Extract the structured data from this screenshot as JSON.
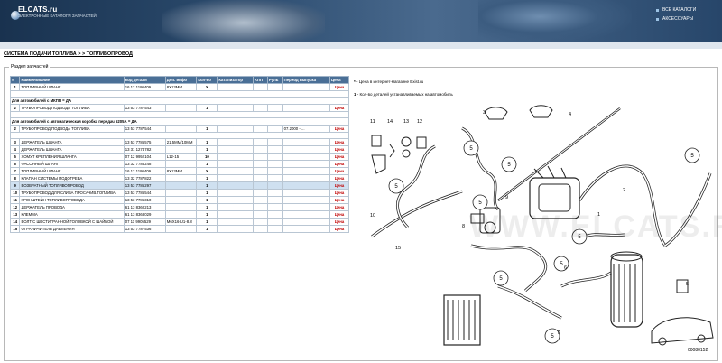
{
  "header": {
    "brand": "ELCATS.ru",
    "subtitle": "ЭЛЕКТРОННЫЕ КАТАЛОГИ ЗАПЧАСТЕЙ",
    "links": [
      "ВСЕ КАТАЛОГИ",
      "АКСЕССУАРЫ"
    ]
  },
  "breadcrumb": "СИСТЕМА ПОДАЧИ ТОПЛИВА > > ТОПЛИВОПРОВОД",
  "section_title": "Раздел запчастей",
  "table": {
    "columns": [
      "#",
      "Наименование",
      "Код детали",
      "Доп. инфо",
      "Кол-во",
      "Катализатор",
      "КПП",
      "Руль",
      "Период выпуска",
      "Цена"
    ],
    "rows": [
      {
        "kind": "item",
        "num": "1",
        "name": "ТОПЛИВНЫЙ ШЛАНГ",
        "code": "16 12 1180409",
        "info": "8X13MM",
        "qty": "X",
        "period": "",
        "price": "Цена"
      },
      {
        "kind": "blank"
      },
      {
        "kind": "sub",
        "text": "Для автомобилей с МКПП = ДА"
      },
      {
        "kind": "item",
        "num": "2",
        "name": "ТРУБОПРОВОД ПОДВОДА ТОПЛИВА",
        "code": "13 53 7787543",
        "info": "",
        "qty": "1",
        "period": "",
        "price": "Цена"
      },
      {
        "kind": "blank"
      },
      {
        "kind": "sub",
        "text": "Для автомобилей с автоматическая коробка передач 5205А = ДА"
      },
      {
        "kind": "item",
        "num": "2",
        "name": "ТРУБОПРОВОД ПОДВОДА ТОПЛИВА",
        "code": "13 53 7787544",
        "info": "",
        "qty": "1",
        "period": "07.2000 - ...",
        "price": "Цена"
      },
      {
        "kind": "blank"
      },
      {
        "kind": "item",
        "num": "3",
        "name": "ДЕРЖАТЕЛЬ ШЛАНГА",
        "code": "13 53 7786575",
        "info": "21,5MM/10MM",
        "qty": "1",
        "period": "",
        "price": "Цена"
      },
      {
        "kind": "item",
        "num": "4",
        "name": "ДЕРЖАТЕЛЬ ШЛАНГА",
        "code": "13 31 1274782",
        "info": "",
        "qty": "1",
        "period": "",
        "price": "Цена"
      },
      {
        "kind": "item",
        "num": "5",
        "name": "ХОМУТ КРЕПЛЕНИЯ ШЛАНГА",
        "code": "07 12 9952104",
        "info": "L12-15",
        "qty": "10",
        "period": "",
        "price": "Цена"
      },
      {
        "kind": "item",
        "num": "6",
        "name": "ФАСОННЫЙ ШЛАНГ",
        "code": "13 32 7786248",
        "info": "",
        "qty": "1",
        "period": "",
        "price": "Цена"
      },
      {
        "kind": "item",
        "num": "7",
        "name": "ТОПЛИВНЫЙ ШЛАНГ",
        "code": "16 12 1180409",
        "info": "8X13MM",
        "qty": "X",
        "period": "",
        "price": "Цена"
      },
      {
        "kind": "item",
        "num": "8",
        "name": "КЛАПАН СИСТЕМЫ ПОДОГРЕВА",
        "code": "13 32 7787822",
        "info": "",
        "qty": "1",
        "period": "",
        "price": "Цена"
      },
      {
        "kind": "item",
        "num": "9",
        "name": "ВОЗВРАТНЫЙ ТОПЛИВОПРОВОД",
        "code": "13 53 7786297",
        "info": "",
        "qty": "1",
        "period": "",
        "price": "Цена",
        "selected": true
      },
      {
        "kind": "item",
        "num": "10",
        "name": "ТРУБОПРОВОД ДЛЯ СЛИВА ПРОСАЧИВ.ТОПЛИВА",
        "code": "13 53 7786544",
        "info": "",
        "qty": "1",
        "period": "",
        "price": "Цена"
      },
      {
        "kind": "item",
        "num": "11",
        "name": "КРОНШТЕЙН ТОПЛИВОПРОВОДА",
        "code": "13 53 7786310",
        "info": "",
        "qty": "1",
        "period": "",
        "price": "Цена"
      },
      {
        "kind": "item",
        "num": "12",
        "name": "ДЕРЖАТЕЛЬ ПРОВОДА",
        "code": "61 13 8360213",
        "info": "",
        "qty": "1",
        "period": "",
        "price": "Цена"
      },
      {
        "kind": "item",
        "num": "13",
        "name": "КЛЕММА",
        "code": "61 13 8368029",
        "info": "",
        "qty": "1",
        "period": "",
        "price": "Цена"
      },
      {
        "kind": "item",
        "num": "14",
        "name": "БОЛТ С ШЕСТИГРАННОЙ ГОЛОВКОЙ С ШАЙБОЙ",
        "code": "07 11 9905529",
        "info": "M6X16-U1-8.8",
        "qty": "1",
        "period": "",
        "price": "Цена"
      },
      {
        "kind": "item",
        "num": "15",
        "name": "ОГРАНИЧИТЕЛЬ ДАВЛЕНИЯ",
        "code": "13 53 7787536",
        "info": "",
        "qty": "1",
        "period": "",
        "price": "Цена"
      }
    ]
  },
  "legend": [
    {
      "key": "*",
      "text": " - Цена в интернет-магазине Exist.ru"
    },
    {
      "key": "1",
      "text": " - Кол-во деталей устанавливаемых на автомобиль"
    }
  ],
  "diagram": {
    "callouts": [
      "1",
      "2",
      "3",
      "4",
      "5",
      "6",
      "7",
      "8",
      "9",
      "10",
      "11",
      "12",
      "13",
      "14",
      "15"
    ],
    "watermark": "WWW.ELCATS.RU",
    "figure_code": "00080152"
  },
  "colors": {
    "header_dark": "#19324f",
    "table_header": "#4a6f96",
    "price": "#c00000",
    "selected_row": "#cfe0f0"
  }
}
